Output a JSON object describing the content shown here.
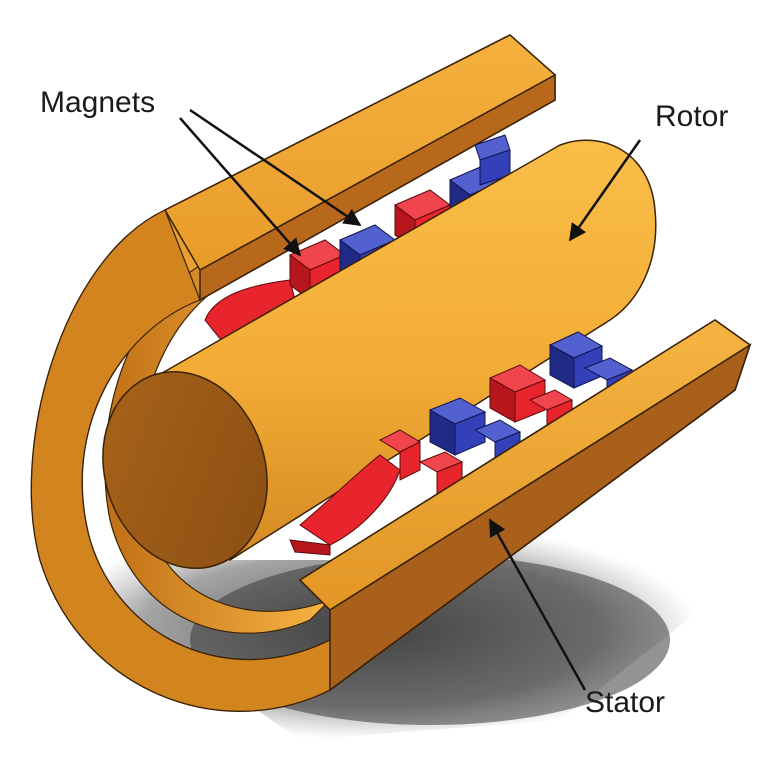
{
  "labels": {
    "magnets": "Magnets",
    "rotor": "Rotor",
    "stator": "Stator"
  },
  "colors": {
    "copper_light": "#F6B340",
    "copper_mid": "#E69A26",
    "copper_dark": "#9A5A14",
    "magnet_red": "#E8242C",
    "magnet_red_dark": "#A8141A",
    "magnet_blue": "#3440B8",
    "magnet_blue_dark": "#1E2578",
    "shadow": "#3a3a3a",
    "outline": "#2a1a08",
    "label_text": "#1a1a1a"
  }
}
